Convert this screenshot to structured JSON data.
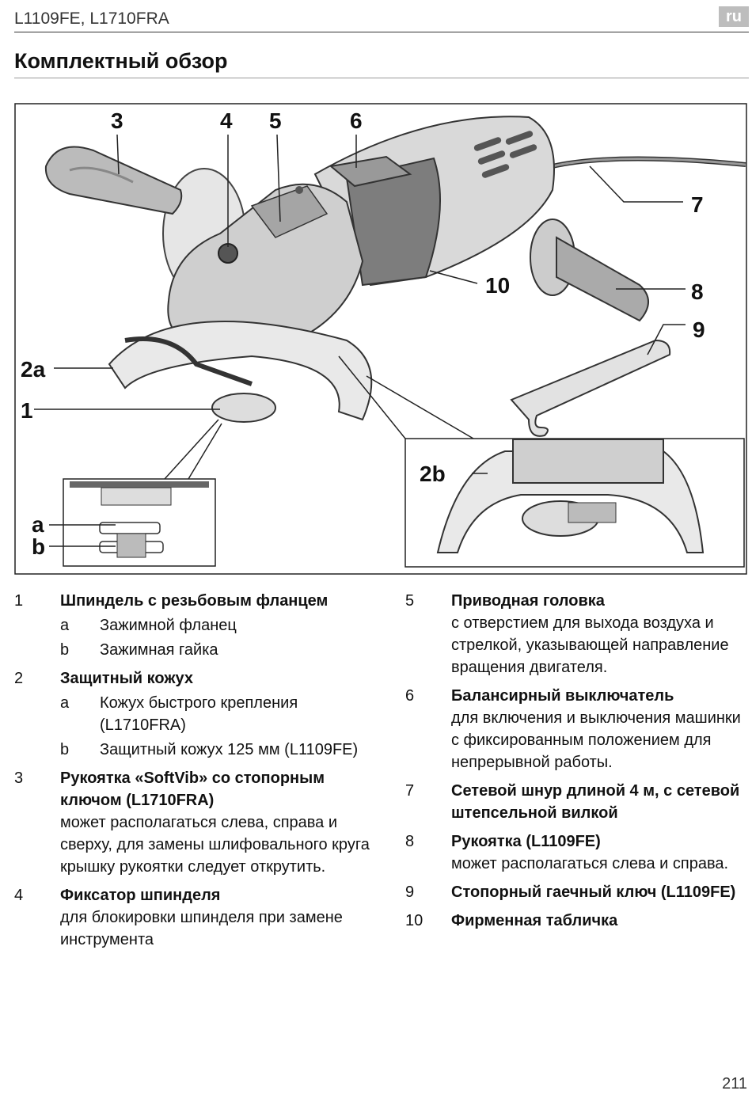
{
  "header": {
    "model": "L1109FE, L1710FRA",
    "lang": "ru"
  },
  "title": "Комплектный обзор",
  "figure": {
    "labels": [
      "3",
      "4",
      "5",
      "6",
      "7",
      "10",
      "8",
      "9",
      "2a",
      "1",
      "2b",
      "a",
      "b"
    ]
  },
  "items_left": [
    {
      "num": "1",
      "title": "Шпиндель с резьбовым фланцем",
      "desc": "",
      "subs": [
        {
          "letter": "a",
          "text": "Зажимной фланец"
        },
        {
          "letter": "b",
          "text": "Зажимная гайка"
        }
      ]
    },
    {
      "num": "2",
      "title": "Защитный кожух",
      "desc": "",
      "subs": [
        {
          "letter": "a",
          "text": "Кожух быстрого крепления (L1710FRA)"
        },
        {
          "letter": "b",
          "text": "Защитный кожух 125 мм (L1109FE)"
        }
      ]
    },
    {
      "num": "3",
      "title": "Рукоятка «SoftVib» со стопорным ключом (L1710FRA)",
      "desc": "может располагаться слева, справа и сверху, для замены шлифовального круга крышку рукоятки следует открутить.",
      "subs": []
    },
    {
      "num": "4",
      "title": "Фиксатор шпинделя",
      "desc": "для блокировки шпинделя при замене инструмента",
      "subs": []
    }
  ],
  "items_right": [
    {
      "num": "5",
      "title": "Приводная головка",
      "desc": "с отверстием для выхода воздуха и стрелкой, указывающей направление вращения двигателя.",
      "subs": []
    },
    {
      "num": "6",
      "title": "Балансирный выключатель",
      "desc": "для включения и выключения машинки с фиксированным положением для непрерывной работы.",
      "subs": []
    },
    {
      "num": "7",
      "title": "Сетевой шнур длиной 4 м, с сетевой штепсельной вилкой",
      "desc": "",
      "subs": []
    },
    {
      "num": "8",
      "title": "Рукоятка (L1109FE)",
      "desc": "может располагаться слева и справа.",
      "subs": []
    },
    {
      "num": "9",
      "title": "Стопорный гаечный ключ (L1109FE)",
      "desc": "",
      "subs": []
    },
    {
      "num": "10",
      "title": "Фирменная табличка",
      "desc": "",
      "subs": []
    }
  ],
  "page_number": "211"
}
